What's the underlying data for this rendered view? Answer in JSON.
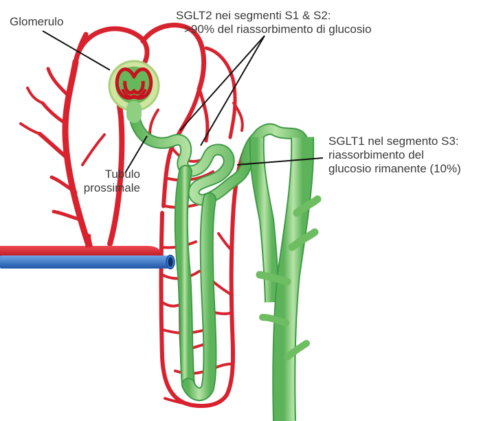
{
  "labels": {
    "glomerulo": "Glomerulo",
    "tubulo_line1": "Tubulo",
    "tubulo_line2": "prossimale",
    "sglt2_line1": "SGLT2 nei segmenti S1 & S2:",
    "sglt2_line2": ">90% del riassorbimento di glucosio",
    "sglt1_line1": "SGLT1 nel segmento S3:",
    "sglt1_line2": "riassorbimento del",
    "sglt1_line3": "glucosio rimanente (10%)"
  },
  "colors": {
    "artery_red": "#d8222e",
    "vein_blue": "#2b6cc4",
    "tubule_green": "#8fcf82",
    "tubule_outline": "#3f9a47",
    "capsule_fill": "#cfe5a0",
    "leader_line": "#111111"
  }
}
